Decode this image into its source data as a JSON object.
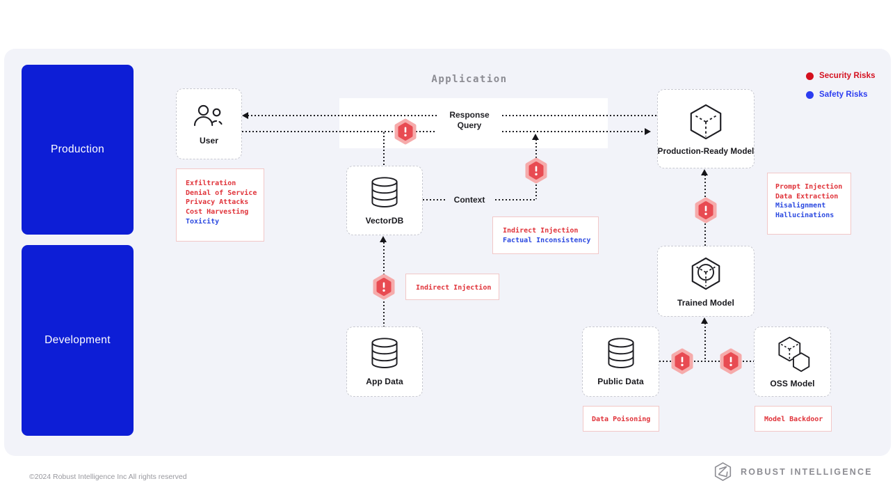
{
  "title": "Application",
  "legend": {
    "security": "Security Risks",
    "safety": "Safety Risks",
    "security_color": "#d40f1e",
    "safety_color": "#2b3cf0"
  },
  "lanes": {
    "production": "Production",
    "development": "Development"
  },
  "nodes": {
    "user": "User",
    "vectordb": "VectorDB",
    "app_data": "App Data",
    "production_ready_model": "Production-Ready Model",
    "trained_model": "Trained Model",
    "public_data": "Public Data",
    "oss_model": "OSS Model"
  },
  "flow_labels": {
    "response": "Response",
    "query": "Query",
    "context": "Context"
  },
  "risks": {
    "user": {
      "items": [
        "Exfiltration",
        "Denial of Service",
        "Privacy Attacks",
        "Cost Harvesting",
        "Toxicity"
      ],
      "types": [
        "security",
        "security",
        "security",
        "security",
        "safety"
      ]
    },
    "context": {
      "items": [
        "Indirect Injection",
        "Factual Inconsistency"
      ],
      "types": [
        "security",
        "safety"
      ]
    },
    "app_data": {
      "items": [
        "Indirect Injection"
      ],
      "types": [
        "security"
      ]
    },
    "model": {
      "items": [
        "Prompt Injection",
        "Data Extraction",
        "Misalignment",
        "Hallucinations"
      ],
      "types": [
        "security",
        "security",
        "safety",
        "safety"
      ]
    },
    "public_data": {
      "items": [
        "Data Poisoning"
      ],
      "types": [
        "security"
      ]
    },
    "oss_model": {
      "items": [
        "Model Backdoor"
      ],
      "types": [
        "security"
      ]
    }
  },
  "colors": {
    "lane_blue": "#0d1ed6",
    "security_text": "#e0333a",
    "safety_text": "#2b49e0",
    "warning_red": "#e84b52",
    "warning_glow": "#f6abab"
  },
  "footer": {
    "copyright": "©2024 Robust Intelligence Inc All rights reserved",
    "brand": "ROBUST INTELLIGENCE"
  }
}
